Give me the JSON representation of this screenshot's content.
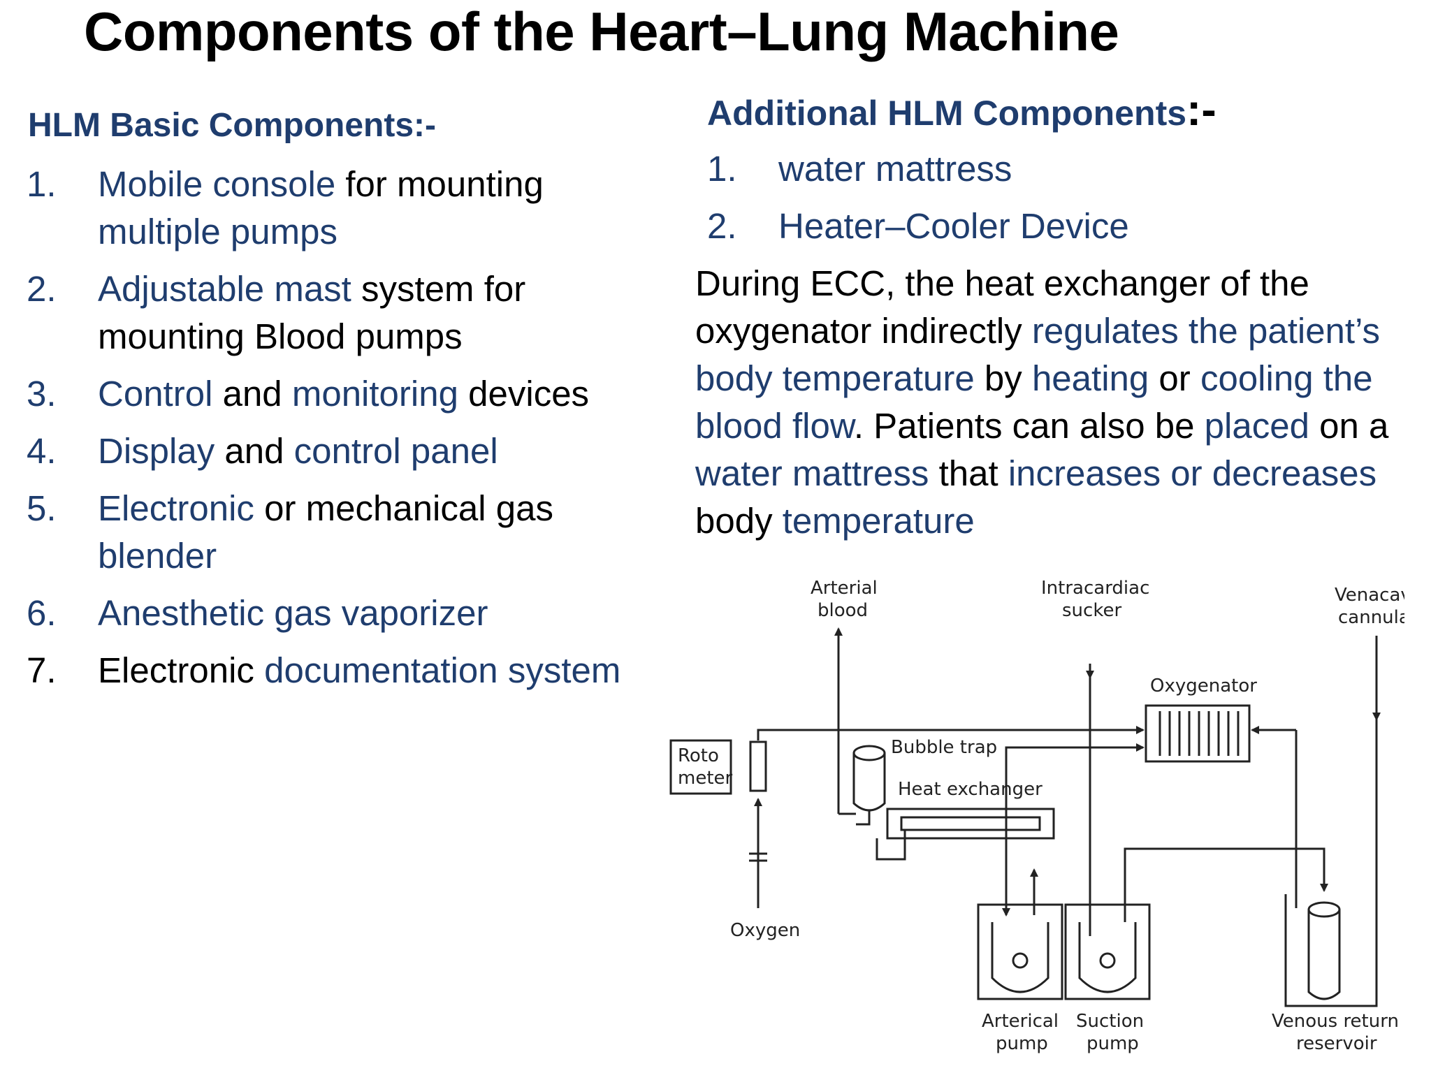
{
  "title": "Components of the Heart–Lung Machine",
  "basic": {
    "heading": "HLM Basic Components:-",
    "items": [
      {
        "num": "1.",
        "parts": [
          {
            "t": "Mobile console",
            "blue": true
          },
          {
            "t": " for mounting ",
            "blue": false
          },
          {
            "t": "multiple pumps",
            "blue": true
          }
        ]
      },
      {
        "num": "2.",
        "parts": [
          {
            "t": "Adjustable mast",
            "blue": true
          },
          {
            "t": " system for mounting Blood pumps",
            "blue": false
          }
        ]
      },
      {
        "num": "3.",
        "parts": [
          {
            "t": "Control",
            "blue": true
          },
          {
            "t": " and ",
            "blue": false
          },
          {
            "t": "monitoring",
            "blue": true
          },
          {
            "t": " devices",
            "blue": false
          }
        ]
      },
      {
        "num": "4.",
        "parts": [
          {
            "t": "Display",
            "blue": true
          },
          {
            "t": " and ",
            "blue": false
          },
          {
            "t": "control panel",
            "blue": true
          }
        ]
      },
      {
        "num": "5.",
        "parts": [
          {
            "t": "Electronic",
            "blue": true
          },
          {
            "t": " or mechanical gas ",
            "blue": false
          },
          {
            "t": "blender",
            "blue": true
          }
        ]
      },
      {
        "num": "6.",
        "parts": [
          {
            "t": "Anesthetic gas vaporizer",
            "blue": true
          }
        ]
      },
      {
        "num": "7.",
        "parts": [
          {
            "t": "Electronic ",
            "blue": false
          },
          {
            "t": "documentation system",
            "blue": true
          }
        ]
      }
    ]
  },
  "additional": {
    "heading": "Additional HLM Components",
    "heading_suffix": ":-",
    "items": [
      {
        "num": "1.",
        "parts": [
          {
            "t": "water mattress",
            "blue": true
          }
        ]
      },
      {
        "num": "2.",
        "parts": [
          {
            "t": "Heater–Cooler Device",
            "blue": true
          }
        ]
      }
    ]
  },
  "paragraph": [
    {
      "t": "During ECC, the heat exchanger of the oxygenator indirectly ",
      "blue": false
    },
    {
      "t": "regulates the patient’s body temperature",
      "blue": true
    },
    {
      "t": " by ",
      "blue": false
    },
    {
      "t": "heating",
      "blue": true
    },
    {
      "t": " or ",
      "blue": false
    },
    {
      "t": "cooling the blood flow",
      "blue": true
    },
    {
      "t": ". Patients can also be ",
      "blue": false
    },
    {
      "t": "placed",
      "blue": true
    },
    {
      "t": " on a ",
      "blue": false
    },
    {
      "t": "water mattress",
      "blue": true
    },
    {
      "t": " that ",
      "blue": false
    },
    {
      "t": "increases or decreases",
      "blue": true
    },
    {
      "t": " body ",
      "blue": false
    },
    {
      "t": "temperature",
      "blue": true
    }
  ],
  "diagram": {
    "labels": {
      "arterial_blood_1": "Arterial",
      "arterial_blood_2": "blood",
      "sucker_1": "Intracardiac",
      "sucker_2": "sucker",
      "venacava_1": "Venacava",
      "venacava_2": "cannulae",
      "oxygenator": "Oxygenator",
      "rotometer_1": "Roto",
      "rotometer_2": "meter",
      "bubble_trap": "Bubble trap",
      "heat_exchanger": "Heat exchanger",
      "oxygen": "Oxygen",
      "arterial_pump_1": "Arterical",
      "arterial_pump_2": "pump",
      "suction_pump_1": "Suction",
      "suction_pump_2": "pump",
      "reservoir_1": "Venous return",
      "reservoir_2": "reservoir"
    }
  },
  "colors": {
    "accent_blue": "#1f3d6e",
    "text": "#000000"
  }
}
